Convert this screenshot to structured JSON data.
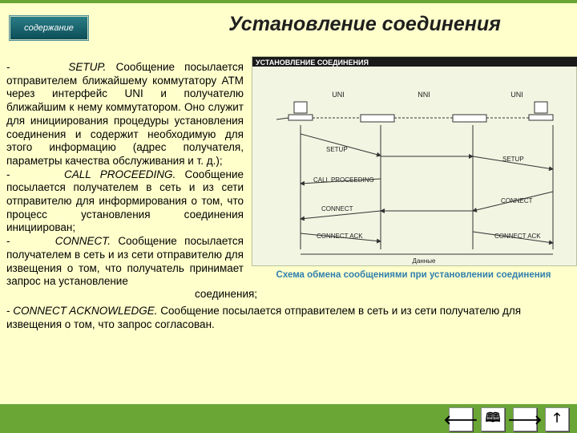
{
  "header": {
    "toc_label": "содержание",
    "title": "Установление соединения"
  },
  "paragraphs": {
    "setup_dash": "-",
    "setup_name": "SETUP.",
    "setup_text": " Сообщение посылается отправителем ближайшему коммутатору ATM через интерфейс UNI и получателю ближайшим к нему коммутатором. Оно служит для инициирования процедуры установления соединения и содержит необходимую для этого информацию (адрес получателя, параметры качества обслуживания и т. д.);",
    "call_dash": "-",
    "call_name": "CALL PROCEEDING.",
    "call_text": " Сообщение посылается получателем в сеть и из сети отправителю для информирования о том, что процесс установления соединения инициирован;",
    "connect_dash": "-",
    "connect_name": "CONNECT.",
    "connect_text": " Сообщение посылается получателем в сеть и из сети отправителю для извещения о том, что получатель принимает запрос на установление",
    "connect_tail": "соединения;",
    "ack_dash": "-",
    "ack_name": "CONNECT ACKNOWLEDGE.",
    "ack_text": " Сообщение посылается отправителем в сеть и из сети получателю для извещения о том, что запрос согласован."
  },
  "figure": {
    "header": "УСТАНОВЛЕНИЕ СОЕДИНЕНИЯ",
    "columns": [
      "UNI",
      "NNI",
      "UNI"
    ],
    "messages_left": [
      "SETUP",
      "CALL PROCEEDING",
      "CONNECT",
      "CONNECT ACK"
    ],
    "messages_right": [
      "SETUP",
      "CONNECT",
      "CONNECT ACK"
    ],
    "footer": "Данные",
    "caption": "Схема обмена сообщениями при установлении соединения"
  },
  "nav": {
    "prev_icon": "🡐",
    "book_icon": "🕮",
    "next_icon": "🡒",
    "up_icon": "🡑"
  },
  "colors": {
    "background": "#FFFFCC",
    "accent_green": "#6AA636",
    "toc_teal": "#0c4e58",
    "caption_blue": "#2F7FAE"
  }
}
